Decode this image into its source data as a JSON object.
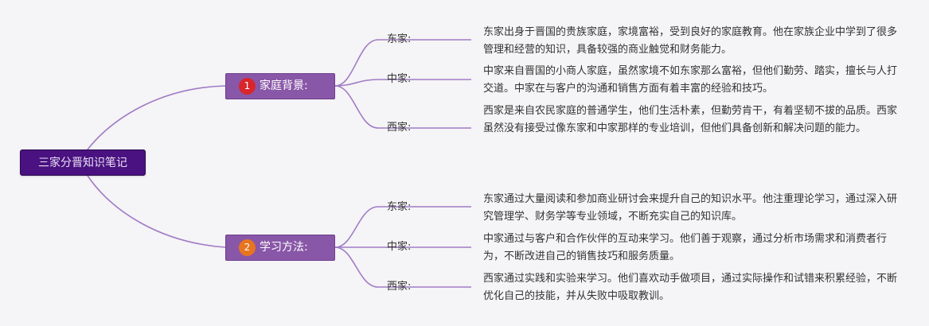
{
  "colors": {
    "background": "#f5f4f6",
    "line": "#a07cc5",
    "root": "#4a1280",
    "branch": "#8957a8",
    "badge_1": "#d9262c",
    "badge_2": "#e8741e"
  },
  "root": {
    "title": "三家分晋知识笔记"
  },
  "branches": [
    {
      "number": "1",
      "title": "家庭背景:",
      "items": [
        {
          "label": "东家:",
          "text": "东家出身于晋国的贵族家庭，家境富裕，受到良好的家庭教育。他在家族企业中学到了很多管理和经营的知识，具备较强的商业触觉和财务能力。"
        },
        {
          "label": "中家:",
          "text": "中家来自晋国的小商人家庭，虽然家境不如东家那么富裕，但他们勤劳、踏实，擅长与人打交道。中家在与客户的沟通和销售方面有着丰富的经验和技巧。"
        },
        {
          "label": "西家:",
          "text": "西家是来自农民家庭的普通学生，他们生活朴素，但勤劳肯干，有着坚韧不拔的品质。西家虽然没有接受过像东家和中家那样的专业培训，但他们具备创新和解决问题的能力。"
        }
      ]
    },
    {
      "number": "2",
      "title": "学习方法:",
      "items": [
        {
          "label": "东家:",
          "text": "东家通过大量阅读和参加商业研讨会来提升自己的知识水平。他注重理论学习，通过深入研究管理学、财务学等专业领域，不断充实自己的知识库。"
        },
        {
          "label": "中家:",
          "text": "中家通过与客户和合作伙伴的互动来学习。他们善于观察，通过分析市场需求和消费者行为，不断改进自己的销售技巧和服务质量。"
        },
        {
          "label": "西家:",
          "text": "西家通过实践和实验来学习。他们喜欢动手做项目，通过实际操作和试错来积累经验，不断优化自己的技能，并从失败中吸取教训。"
        }
      ]
    }
  ]
}
